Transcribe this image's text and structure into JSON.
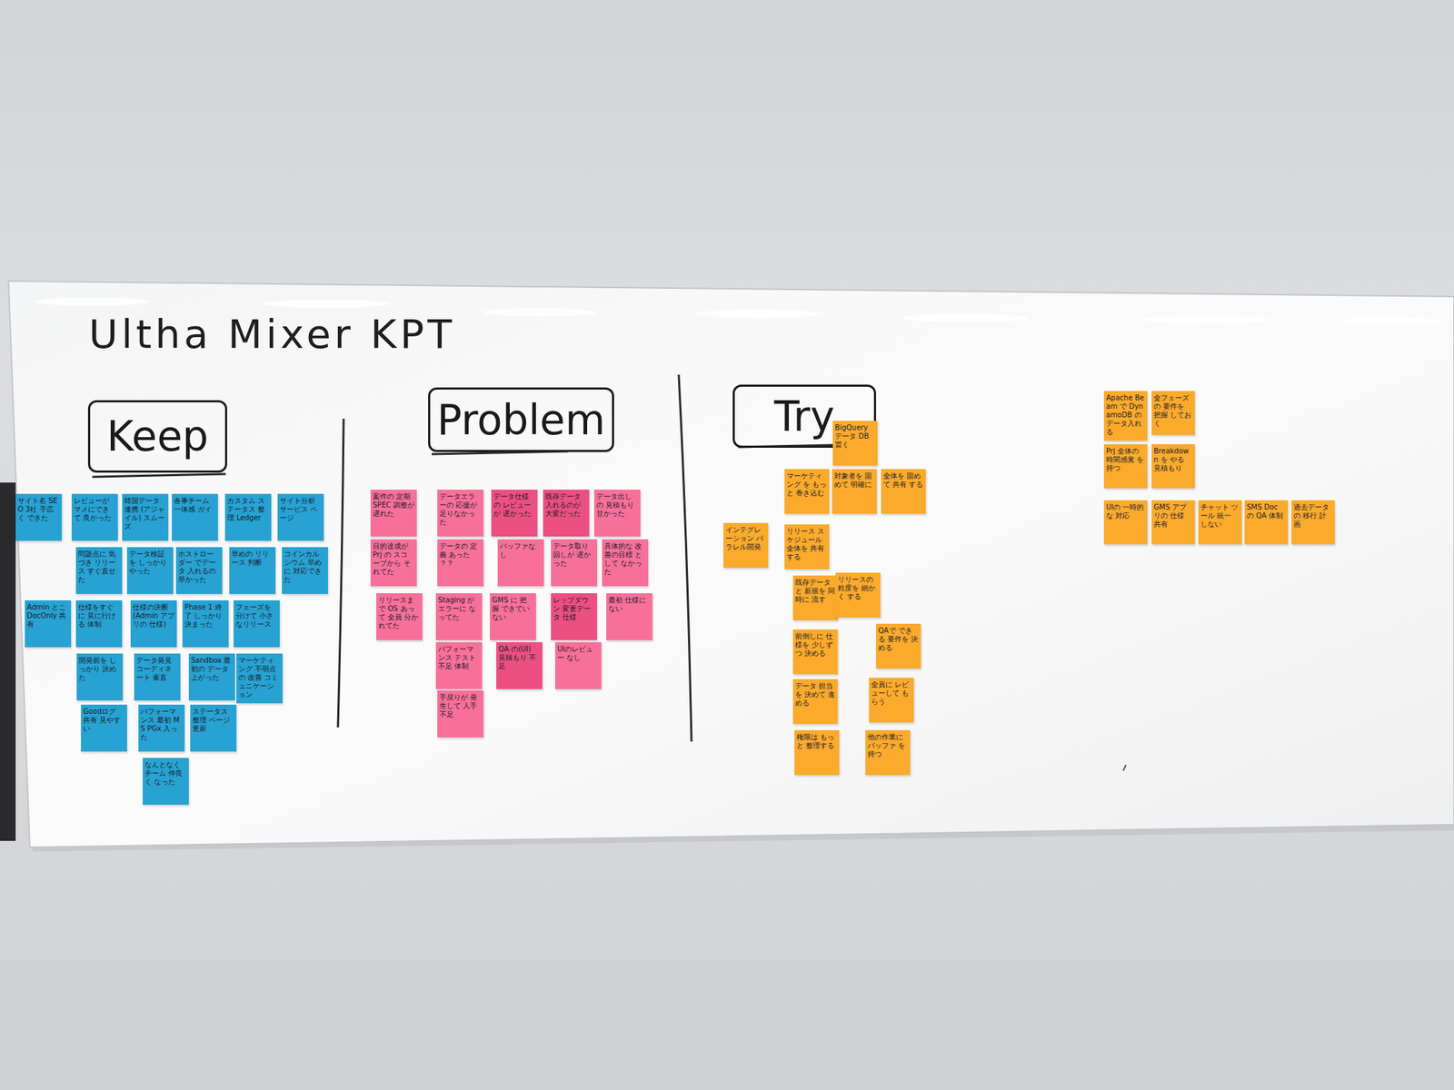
{
  "diagram": {
    "title": "Ultha Mixer KPT",
    "nodes": [
      {
        "text": [
          "Keep"
        ]
      },
      {
        "text": [
          "サイト名 SEO 3社 手広く できた"
        ]
      },
      {
        "text": [
          "レビューが マメにできて 良かった"
        ]
      },
      {
        "text": [
          "韓国データ連携 (アジャイル) スムーズ"
        ]
      },
      {
        "text": [
          "各事チーム 一体感 ガイ"
        ]
      },
      {
        "text": [
          "カスタム ステータス 整理 Ledger"
        ]
      },
      {
        "text": [
          "サイト分析 サービス ページ"
        ]
      },
      {
        "text": [
          "問題点に 気づき リリース すぐ直せた"
        ]
      },
      {
        "text": [
          "データ検証を しっかり やった"
        ]
      },
      {
        "text": [
          "ホストローダー でデータ 入れるの 早かった"
        ]
      },
      {
        "text": [
          "早めの リリース 判断"
        ]
      },
      {
        "text": [
          "コインカルシウム 早めに 対応できた"
        ]
      },
      {
        "text": [
          "Admin とこ DocOnly 共有"
        ]
      },
      {
        "text": [
          "仕様をすぐに 見に行ける 体制"
        ]
      },
      {
        "text": [
          "仕様の決断 (Admin アプリの 仕様)"
        ]
      },
      {
        "text": [
          "Phase 1 終了 しっかり 決まった"
        ]
      },
      {
        "text": [
          "フェーズを 分けて 小さなリリース"
        ]
      },
      {
        "text": [
          "開発前を しっかり 決めた"
        ]
      },
      {
        "text": [
          "データ発見 コーディネート 素直"
        ]
      },
      {
        "text": [
          "Sandbox 最初の データ 上がった"
        ]
      },
      {
        "text": [
          "マーケティング 不明点の 改善 コミュニケーション"
        ]
      },
      {
        "text": [
          "Goodログ 共有 見やすい"
        ]
      },
      {
        "text": [
          "パフォーマンス 最初 MS PGx 入った"
        ]
      },
      {
        "text": [
          "ステータス 整理 ページ 更新"
        ]
      },
      {
        "text": [
          "なんとなく チーム 仲良く なった"
        ]
      },
      {
        "text": [
          "Problem"
        ]
      },
      {
        "text": [
          "案件の 定期 SPEC 調整が 遅れた"
        ]
      },
      {
        "text": [
          "データエラーの 応援が 足りなかった"
        ]
      },
      {
        "text": [
          "データ仕様の レビューが 遅かった"
        ]
      },
      {
        "text": [
          "既存データ 入れるのが 大変だった"
        ]
      },
      {
        "text": [
          "データ出しの 見積もり 甘かった"
        ]
      },
      {
        "text": [
          "目的達成が Prj の スコープから それてた"
        ]
      },
      {
        "text": [
          "データの 定義 あった ？？"
        ]
      },
      {
        "text": [
          "バッファなし"
        ]
      },
      {
        "text": [
          "データ取り 回しが 遅かった"
        ]
      },
      {
        "text": [
          "具体的な 改善の目標 として なかった"
        ]
      },
      {
        "text": [
          "リリースまで OS あって 全員 分かれてた"
        ]
      },
      {
        "text": [
          "Staging が エラーに なってた"
        ]
      },
      {
        "text": [
          "GMS に 把握 できていない"
        ]
      },
      {
        "text": [
          "レップダウン 変更データ 仕様"
        ]
      },
      {
        "text": [
          "最初 仕様にない"
        ]
      },
      {
        "text": [
          "パフォーマンス テスト 不足 体制"
        ]
      },
      {
        "text": [
          "QA の(UI) 見積もり 不足"
        ]
      },
      {
        "text": [
          "UIのレビュー なし"
        ]
      },
      {
        "text": [
          "手戻りが 発生して 人手不足"
        ]
      },
      {
        "text": [
          "Try"
        ]
      },
      {
        "text": [
          "BigQuery データ DB 置く"
        ]
      },
      {
        "text": [
          "マーケティング を もっと 巻き込む"
        ]
      },
      {
        "text": [
          "対象者を 固めて 明確に"
        ]
      },
      {
        "text": [
          "全体を 固めて 共有 する"
        ]
      },
      {
        "text": [
          "インテグレーション パラレル開発"
        ]
      },
      {
        "text": [
          "リリース スケジュール 全体を 共有する"
        ]
      },
      {
        "text": [
          "既存データ と 新規を 同時に 流す"
        ]
      },
      {
        "text": [
          "リリースの 粒度を 細かく する"
        ]
      },
      {
        "text": [
          "前倒しに 仕様を 少しずつ 決める"
        ]
      },
      {
        "text": [
          "QAで できる 要件を 決める"
        ]
      },
      {
        "text": [
          "データ 担当を 決めて 進める"
        ]
      },
      {
        "text": [
          "全員に レビューして もらう"
        ]
      },
      {
        "text": [
          "権限は もっと 整理する"
        ]
      },
      {
        "text": [
          "他の作業に バッファ を持つ"
        ]
      },
      {
        "text": [
          "Apache Beam で DynamoDB の データ入れる"
        ]
      },
      {
        "text": [
          "全フェーズの 要件を 把握 しておく"
        ]
      },
      {
        "text": [
          "Prj 全体の 時間感覚 を持つ"
        ]
      },
      {
        "text": [
          "Breakdown を やる 見積もり"
        ]
      },
      {
        "text": [
          "UIの 一時的な 対応"
        ]
      },
      {
        "text": [
          "GMS アプリの 仕様 共有"
        ]
      },
      {
        "text": [
          "チャット ツール 統一 しない"
        ]
      },
      {
        "text": [
          "SMS Doc の QA 体制"
        ]
      },
      {
        "text": [
          "過去データ の 移行 計画"
        ]
      }
    ]
  }
}
